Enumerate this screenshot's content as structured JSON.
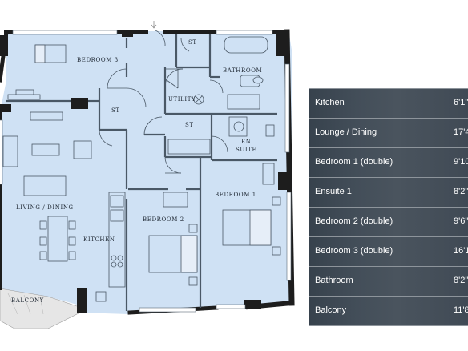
{
  "floor_plan": {
    "rooms": {
      "bedroom_3": "BEDROOM 3",
      "bathroom": "BATHROOM",
      "st_top": "ST",
      "st_left": "ST",
      "st_mid": "ST",
      "utility": "UTILITY",
      "en_suite_1": "EN",
      "en_suite_2": "SUITE",
      "living_dining": "LIVING / DINING",
      "kitchen": "KITCHEN",
      "bedroom_2": "BEDROOM 2",
      "bedroom_1": "BEDROOM 1",
      "balcony": "BALCONY"
    },
    "colors": {
      "room_fill": "#cfe1f4",
      "wall": "#1d1d1d",
      "line": "#4a5866"
    }
  },
  "rooms_table": [
    {
      "name": "Kitchen",
      "dim": "6'1\""
    },
    {
      "name": "Lounge / Dining",
      "dim": "17'4"
    },
    {
      "name": "Bedroom 1 (double)",
      "dim": "9'10"
    },
    {
      "name": "Ensuite 1",
      "dim": "8'2\""
    },
    {
      "name": "Bedroom 2 (double)",
      "dim": "9'6\""
    },
    {
      "name": "Bedroom 3 (double)",
      "dim": "16'1"
    },
    {
      "name": "Bathroom",
      "dim": "8'2\""
    },
    {
      "name": "Balcony",
      "dim": "11'8"
    }
  ]
}
